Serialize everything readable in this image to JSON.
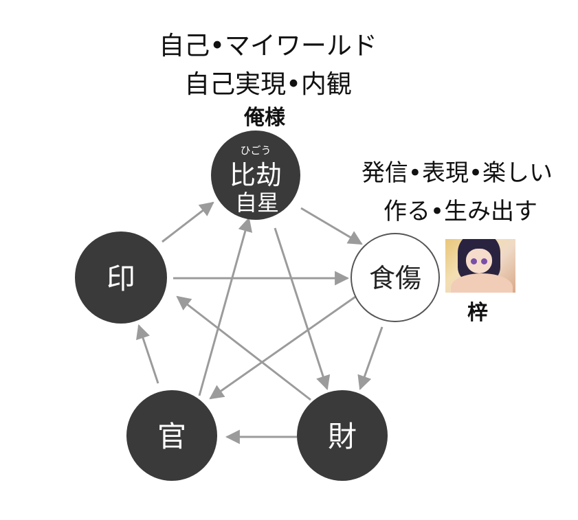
{
  "labels": {
    "top_line1": "自己•マイワールド",
    "top_line2": "自己実現•内観",
    "top_name": "俺様",
    "right_line1": "発信•表現•楽しい",
    "right_line2": "作る•生み出す",
    "right_name": "梓"
  },
  "nodes": {
    "hikou": {
      "label": "比劫",
      "ruby": "ひごう",
      "sub": "自星",
      "fill": "#3a3a3a",
      "text_color": "#ffffff"
    },
    "shokushou": {
      "label": "食傷",
      "fill": "#ffffff",
      "text_color": "#222222"
    },
    "zai": {
      "label": "財",
      "fill": "#3a3a3a",
      "text_color": "#ffffff"
    },
    "kan": {
      "label": "官",
      "fill": "#3a3a3a",
      "text_color": "#ffffff"
    },
    "in": {
      "label": "印",
      "fill": "#3a3a3a",
      "text_color": "#ffffff"
    }
  },
  "colors": {
    "arrow": "#9b9b9b",
    "dark_node": "#3a3a3a",
    "light_node_stroke": "#555555"
  },
  "avatar": {
    "icon": "anime-girl-avatar"
  }
}
